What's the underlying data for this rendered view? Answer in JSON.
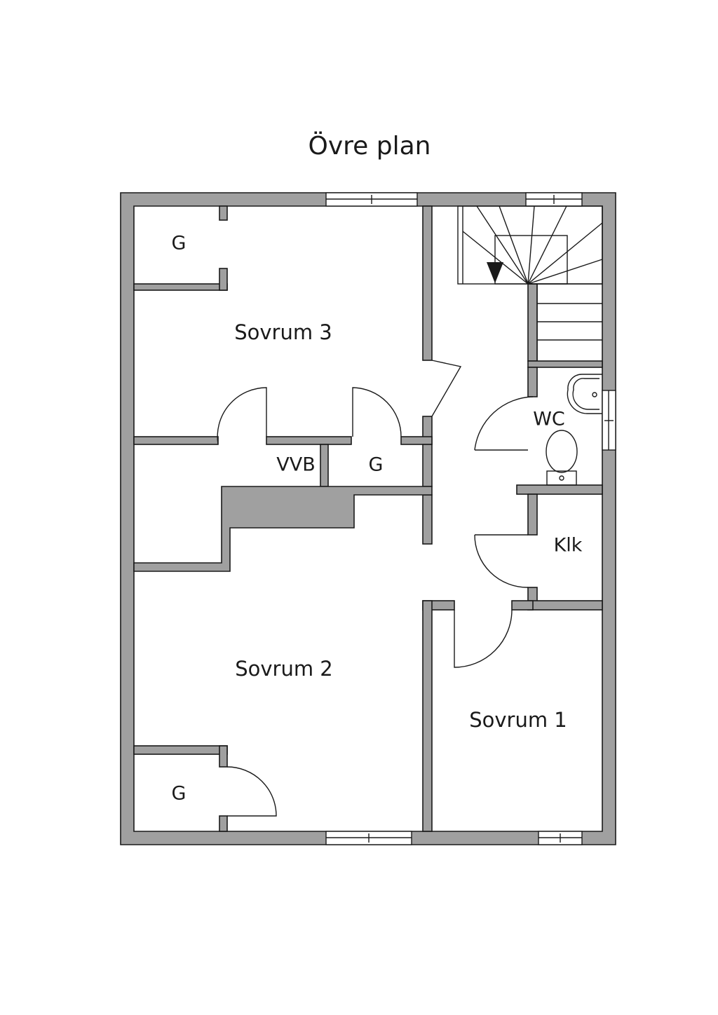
{
  "title": "Övre plan",
  "rooms": {
    "closet_top_left": "G",
    "bedroom_3": "Sovrum 3",
    "water_heater": "VVB",
    "closet_middle": "G",
    "wc": "WC",
    "walk_in_closet": "Klk",
    "bedroom_2": "Sovrum 2",
    "bedroom_1": "Sovrum 1",
    "closet_bottom_left": "G"
  },
  "colors": {
    "wall_fill": "#a0a0a0",
    "line": "#1a1a1a",
    "background": "#ffffff"
  },
  "icons": [
    "stair-arrow-icon",
    "sink-icon",
    "toilet-icon"
  ]
}
